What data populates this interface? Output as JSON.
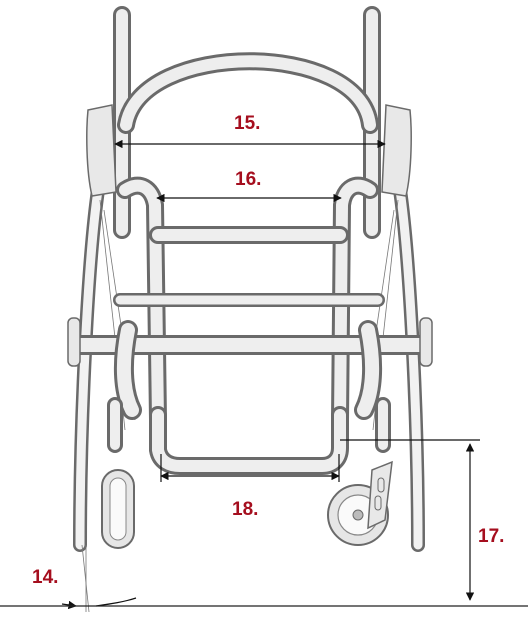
{
  "labels": {
    "dim_14": "14.",
    "dim_15": "15.",
    "dim_16": "16.",
    "dim_17": "17.",
    "dim_18": "18."
  },
  "colors": {
    "label": "#a50e1e",
    "line": "#111111",
    "frame_outline": "#6a6a6a",
    "frame_fill": "#eeeeee"
  }
}
